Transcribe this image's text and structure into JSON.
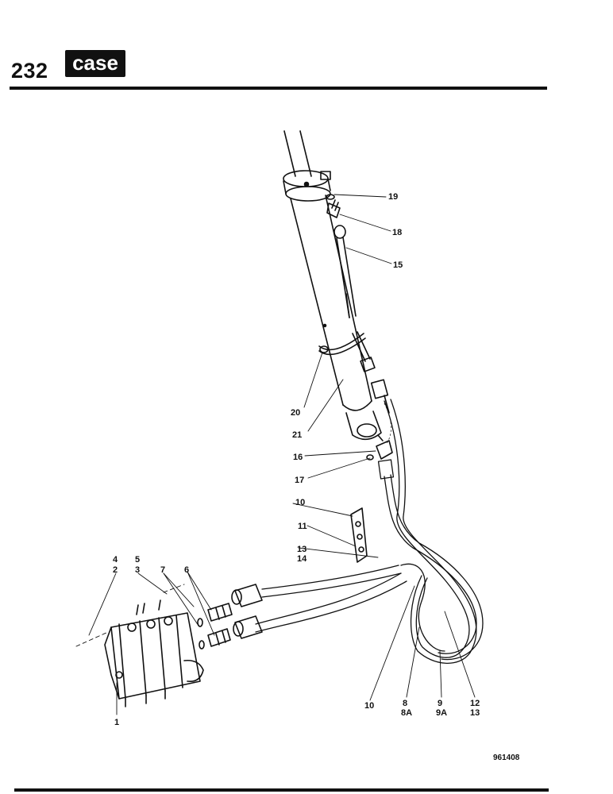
{
  "header": {
    "page_number": "232",
    "brand": "case"
  },
  "footer": {
    "drawing_code": "961408"
  },
  "callouts": [
    {
      "id": "c19",
      "text": "19"
    },
    {
      "id": "c18",
      "text": "18"
    },
    {
      "id": "c15",
      "text": "15"
    },
    {
      "id": "c20",
      "text": "20"
    },
    {
      "id": "c21",
      "text": "21"
    },
    {
      "id": "c16",
      "text": "16"
    },
    {
      "id": "c17",
      "text": "17"
    },
    {
      "id": "c10a",
      "text": "10"
    },
    {
      "id": "c11",
      "text": "11"
    },
    {
      "id": "c13a",
      "text": "13"
    },
    {
      "id": "c14",
      "text": "14"
    },
    {
      "id": "c4",
      "text": "4"
    },
    {
      "id": "c2",
      "text": "2"
    },
    {
      "id": "c5",
      "text": "5"
    },
    {
      "id": "c3",
      "text": "3"
    },
    {
      "id": "c7",
      "text": "7"
    },
    {
      "id": "c6",
      "text": "6"
    },
    {
      "id": "c1",
      "text": "1"
    },
    {
      "id": "c10b",
      "text": "10"
    },
    {
      "id": "c8",
      "text": "8"
    },
    {
      "id": "c8a",
      "text": "8A"
    },
    {
      "id": "c9",
      "text": "9"
    },
    {
      "id": "c9a",
      "text": "9A"
    },
    {
      "id": "c12",
      "text": "12"
    },
    {
      "id": "c13b",
      "text": "13"
    }
  ],
  "colors": {
    "ink": "#111111",
    "paper": "#ffffff"
  }
}
